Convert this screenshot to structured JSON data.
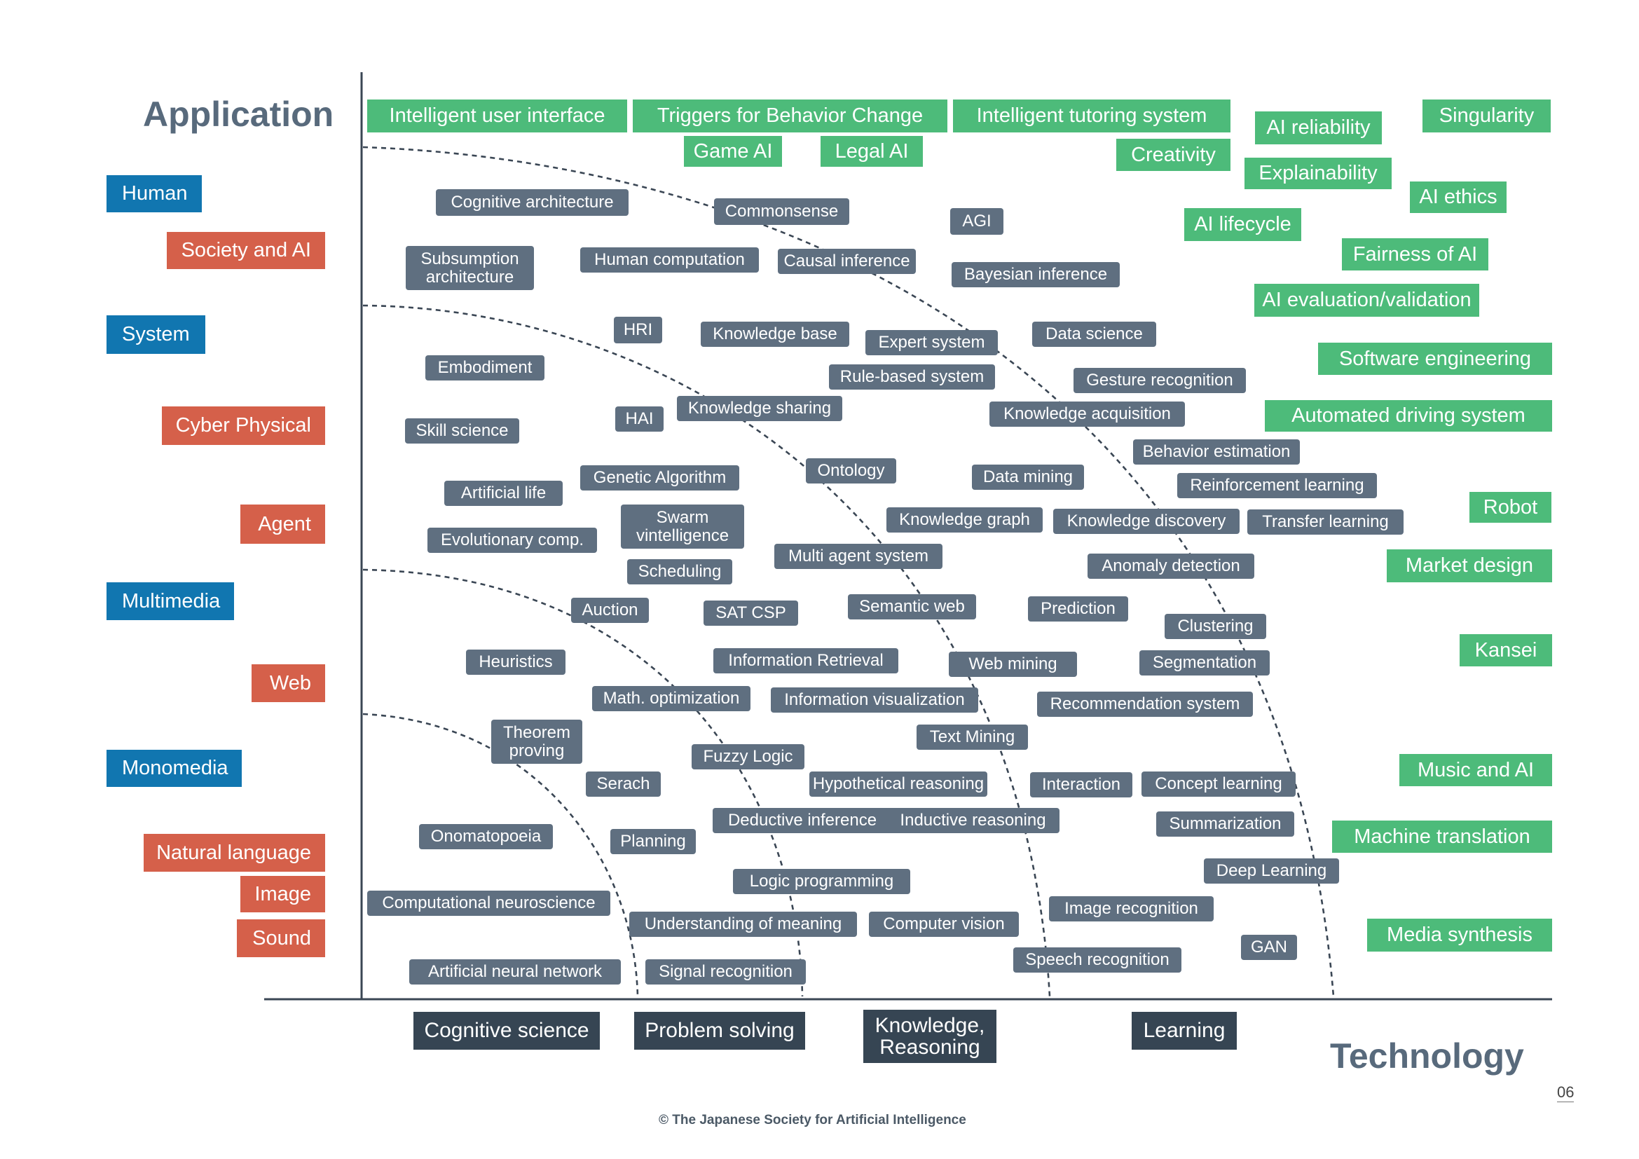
{
  "axes": {
    "y_title": "Application",
    "x_title": "Technology"
  },
  "page_number": "06",
  "copyright": "© The Japanese Society for Artificial Intelligence",
  "colors": {
    "application_green": "#4dbb7a",
    "topic_slate": "#5f6f80",
    "tech_dark": "#364553",
    "app_blue": "#1176b0",
    "app_red": "#d5604a",
    "axis": "#3a4654"
  },
  "application_categories": [
    "Human",
    "Society and AI",
    "System",
    "Cyber Physical",
    "Agent",
    "Multimedia",
    "Web",
    "Monomedia",
    "Natural language",
    "Image",
    "Sound"
  ],
  "technology_categories": [
    "Cognitive science",
    "Problem solving",
    "Knowledge,\nReasoning",
    "Learning"
  ],
  "application_topics": [
    "Intelligent user interface",
    "Triggers for Behavior Change",
    "Intelligent tutoring system",
    "AI reliability",
    "Singularity",
    "Game AI",
    "Legal AI",
    "Creativity",
    "Explainability",
    "AI ethics",
    "AI lifecycle",
    "Fairness of AI",
    "AI evaluation/validation",
    "Software engineering",
    "Automated driving system",
    "Robot",
    "Market design",
    "Kansei",
    "Music and AI",
    "Machine translation",
    "Media synthesis"
  ],
  "research_topics": [
    "Cognitive architecture",
    "Commonsense",
    "AGI",
    "Subsumption\narchitecture",
    "Human computation",
    "Causal inference",
    "Bayesian inference",
    "HRI",
    "Knowledge base",
    "Expert system",
    "Data science",
    "Embodiment",
    "Rule-based system",
    "Gesture recognition",
    "Skill science",
    "HAI",
    "Knowledge sharing",
    "Knowledge acquisition",
    "Behavior estimation",
    "Ontology",
    "Genetic Algorithm",
    "Data mining",
    "Reinforcement learning",
    "Artificial life",
    "Swarm\nvintelligence",
    "Knowledge graph",
    "Knowledge discovery",
    "Transfer learning",
    "Evolutionary comp.",
    "Multi agent system",
    "Anomaly detection",
    "Scheduling",
    "Auction",
    "SAT CSP",
    "Semantic web",
    "Prediction",
    "Clustering",
    "Heuristics",
    "Information Retrieval",
    "Web mining",
    "Segmentation",
    "Math. optimization",
    "Information visualization",
    "Recommendation system",
    "Theorem\nproving",
    "Text Mining",
    "Fuzzy Logic",
    "Serach",
    "Hypothetical reasoning",
    "Interaction",
    "Concept learning",
    "Deductive inference",
    "Inductive reasoning",
    "Summarization",
    "Onomatopoeia",
    "Planning",
    "Deep Learning",
    "Logic programming",
    "Computational neuroscience",
    "Image recognition",
    "Understanding of meaning",
    "Computer vision",
    "GAN",
    "Speech recognition",
    "Artificial neural network",
    "Signal recognition"
  ]
}
